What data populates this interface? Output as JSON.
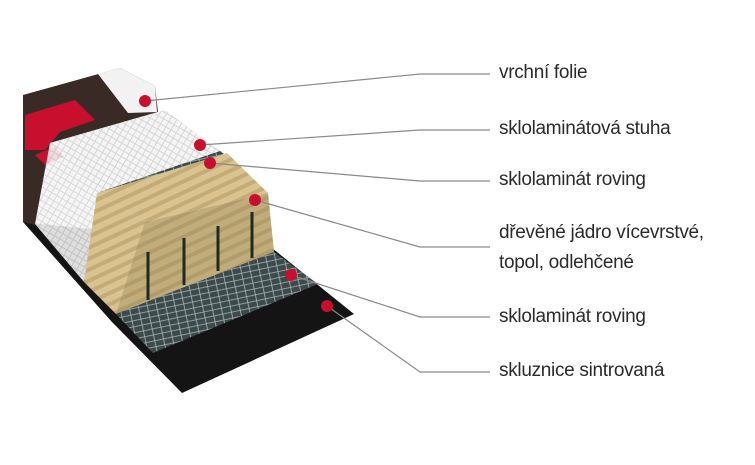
{
  "labels": {
    "top_sheet": "vrchní folie",
    "fiberglass_ribbon": "sklolaminátová stuha",
    "roving_top": "sklolaminát roving",
    "core_line1": "dřevěné jádro vícevrstvé,",
    "core_line2": "topol, odlehčené",
    "roving_bottom": "sklolaminát roving",
    "base": "skluznice sintrovaná"
  },
  "colors": {
    "marker": "#c8102e",
    "leader": "#8a8a8a",
    "wood": "#d8c08c",
    "roving": "#3c4a4c",
    "base": "#141414",
    "topsheet": "#3a2a26"
  }
}
